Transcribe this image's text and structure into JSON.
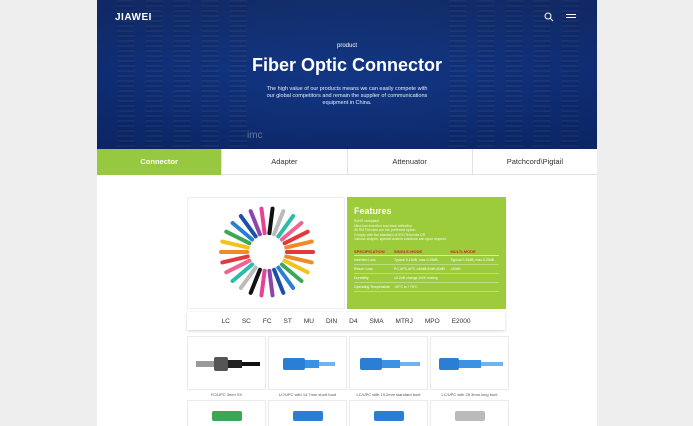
{
  "header": {
    "logo": "JIAWEI",
    "eyebrow": "product",
    "title": "Fiber Optic Connector",
    "description": "The high value of our products means we can easily compete with our global competitors and remain the supplier of communications equipment in China.",
    "bg_text": "imc"
  },
  "tabs": [
    {
      "label": "Connector",
      "active": true
    },
    {
      "label": "Adapter",
      "active": false
    },
    {
      "label": "Attenuator",
      "active": false
    },
    {
      "label": "Patchcord\\Pigtail",
      "active": false
    }
  ],
  "features": {
    "title": "Features",
    "lines": [
      "RoHS compliant",
      "Ultra low insertion and back reflection",
      "All SM Ferrules are the preferred option",
      "Comply with the standard of IEC/Telcordia GR",
      "Various shapes, special custom solutions can upon request"
    ],
    "table": {
      "headers": [
        "SPECIFICATION",
        "SINGLE-MODE",
        "MULTI-MODE"
      ],
      "rows": [
        [
          "Insertion Loss",
          "Typical 0.15dB, max 0.25dB",
          "Typical 0.15dB, max 0.25dB"
        ],
        [
          "Return Loss",
          "PC,UPC,APC ≥40dB,50dB,60dB",
          "≥30dB"
        ],
        [
          "Durability",
          "≤0.2dB change,1000 mating",
          ""
        ],
        [
          "Operating Temperature",
          "-40°C to +75°C",
          ""
        ]
      ]
    }
  },
  "types": [
    "LC",
    "SC",
    "FC",
    "ST",
    "MU",
    "DIN",
    "D4",
    "SMA",
    "MTRJ",
    "MPO",
    "E2000"
  ],
  "products": [
    {
      "caption": "FC/UPC 3mm SX",
      "color": "#333333"
    },
    {
      "caption": "LC/UPC with 14.7mm short boot",
      "color": "#2a7fd4"
    },
    {
      "caption": "LC/UPC with 19.2mm standard boot",
      "color": "#2a7fd4"
    },
    {
      "caption": "LC/UPC with 28.3mm long boot",
      "color": "#2a7fd4"
    }
  ],
  "bottom_products": [
    {
      "color": "#3aa855"
    },
    {
      "color": "#2a7fd4"
    },
    {
      "color": "#2a7fd4"
    },
    {
      "color": "#bbbbbb"
    }
  ],
  "colors": {
    "accent": "#97c940",
    "hero": "#143a8a"
  }
}
